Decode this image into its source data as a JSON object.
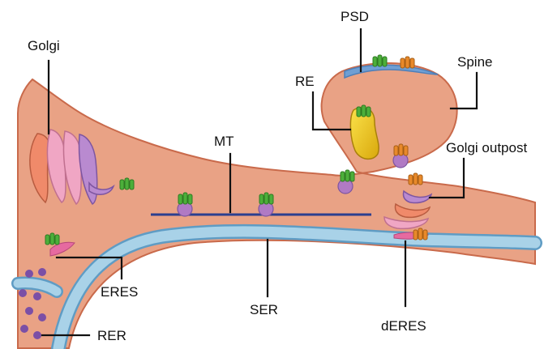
{
  "labels": {
    "golgi": "Golgi",
    "psd": "PSD",
    "spine": "Spine",
    "re": "RE",
    "mt": "MT",
    "golgi_outpost": "Golgi outpost",
    "eres": "ERES",
    "ser": "SER",
    "deres": "dERES",
    "rer": "RER"
  },
  "colors": {
    "background": "#ffffff",
    "cytoplasm": "#e9a285",
    "cytoplasm_edge": "#c96a4b",
    "er": "#a9d2e8",
    "er_edge": "#5f9cc4",
    "psd": "#6f9fd4",
    "golgi_pink": "#f0a6c4",
    "golgi_purple": "#b98ad0",
    "golgi_orange": "#f08a6a",
    "vesicle": "#b07ac4",
    "channel_green": "#4caf3a",
    "channel_orange": "#e8892a",
    "recycling_endosome": "#f2d21c",
    "microtubule": "#2c3f8f",
    "ribosome": "#7b4fa6"
  }
}
